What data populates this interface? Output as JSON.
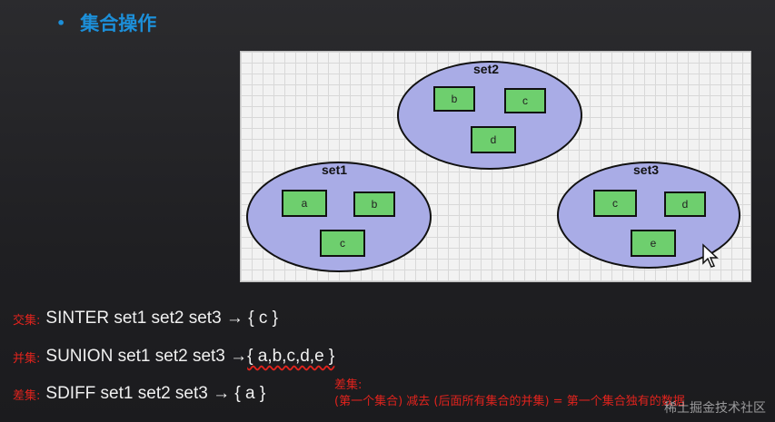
{
  "slide": {
    "bullet": "•",
    "title": "集合操作"
  },
  "diagram": {
    "sets": [
      {
        "name": "set1",
        "elements": [
          "a",
          "b",
          "c"
        ]
      },
      {
        "name": "set2",
        "elements": [
          "b",
          "c",
          "d"
        ]
      },
      {
        "name": "set3",
        "elements": [
          "c",
          "d",
          "e"
        ]
      }
    ]
  },
  "commands": [
    {
      "label": "交集:",
      "text": "SINTER set1 set2 set3 → { c }"
    },
    {
      "label": "并集:",
      "text": "SUNION set1 set2 set3 → ",
      "result": "{ a,b,c,d,e }"
    },
    {
      "label": "差集:",
      "text": "SDIFF set1 set2 set3 → { a }"
    }
  ],
  "note": {
    "line1": "差集:",
    "line2": "(第一个集合) 减去 (后面所有集合的并集) = 第一个集合独有的数据"
  },
  "watermark": "稀土掘金技术社区",
  "colors": {
    "title": "#1c8fd9",
    "set_fill": "#a9ace6",
    "element_fill": "#6ecf6e",
    "label_red": "#e0231d"
  }
}
